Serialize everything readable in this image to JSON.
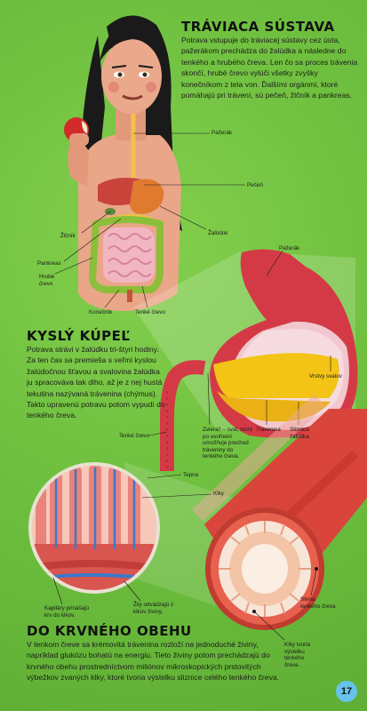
{
  "section1": {
    "heading": "TRÁVIACA SÚSTAVA",
    "text": "Potrava vstupuje do tráviacej sústavy cez ústa, pažerákom prechádza do žalúdka a následne do tenkého a hrubého čreva. Len čo sa proces trávenia skončí, hrubé črevo vylúči všetky zvyšky konečníkom z tela von. Ďalšími orgánmi, ktoré pomáhajú pri trávení, sú pečeň, žlčník a pankreas."
  },
  "body_labels": {
    "pazerak": "Pažerák",
    "pecen": "Pečeň",
    "zaludok": "Žalúdok",
    "zlcnik": "Žlčník",
    "pankreas": "Pankreas",
    "hrube_crevo": "Hrubé črevo",
    "konecnik": "Konečník",
    "tenke_crevo": "Tenké črevo"
  },
  "section2": {
    "heading": "KYSLÝ KÚPEĽ",
    "text": "Potrava strávi v žalúdku tri-štyri hodiny. Za ten čas sa premieša s veľmi kyslou žalúdočnou šťavou a svalovina žalúdka ju spracováva tak dlho, až je z nej hustá tekutina nazývaná trávenina (chýmus). Takto upravenú potravu potom vypudí do tenkého čreva."
  },
  "stomach_labels": {
    "pazerak": "Pažerák",
    "vrstvy_svalov": "Vrstvy svalov",
    "zvierac": "Zvierač – sval, ktorý po uvoľnení umožňuje prechod tráveniny do tenkého čreva.",
    "travenina": "Trávenina",
    "sliznica": "Sliznica žalúdka",
    "tenke_crevo": "Tenké črevo"
  },
  "villi_labels": {
    "tepna": "Tepna",
    "klky": "Klky",
    "kapilary": "Kapiláry prinášajú krv do klkov.",
    "zily": "Žily odvádzajú z klkov živiny.",
    "stena": "Stena tenkého čreva",
    "klky_tvoria": "Klky tvoria výstelku tenkého čreva."
  },
  "section3": {
    "heading": "DO KRVNÉHO OBEHU",
    "text": "V tenkom čreve sa krémovitá trávenina rozloží na jednoduché živiny, napríklad glukózu bohatú na energiu. Tieto živiny potom prechádzajú do krvného obehu prostredníctvom miliónov mikroskopických prstovitých výbežkov zvaných klky, ktoré tvoria výstelku sliznice celého tenkého čreva."
  },
  "page_number": "17",
  "colors": {
    "background": "#70c140",
    "stomach": "#d43a46",
    "chyme": "#f3c316",
    "vein": "#3b79c8",
    "page_badge": "#66c3ea"
  }
}
